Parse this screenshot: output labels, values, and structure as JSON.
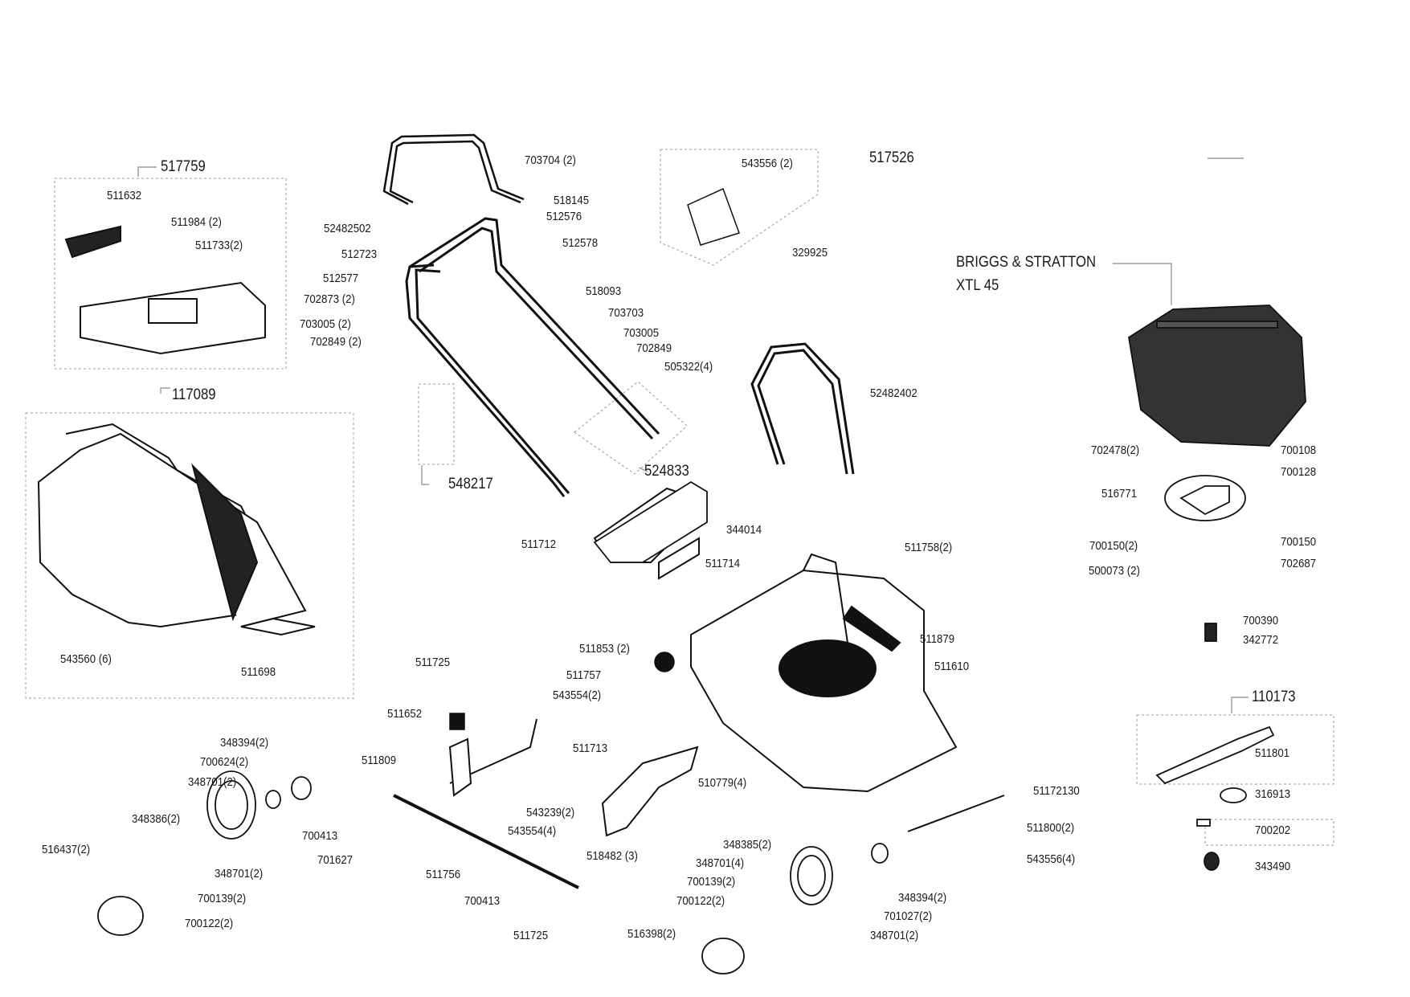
{
  "title": "Lawn mower exploded parts diagram",
  "engine": {
    "line1": "BRIGGS  & STRATTON",
    "line2": "XTL 45"
  },
  "assemblies": {
    "a517759": "517759",
    "a117089": "117089",
    "a517526": "517526",
    "a548217": "548217",
    "a524833": "524833",
    "a110173": "110173"
  },
  "parts": {
    "p511632": "511632",
    "p511984": "511984 (2)",
    "p511733": "511733(2)",
    "p703704": "703704 (2)",
    "p518145": "518145",
    "p52482502": "52482502",
    "p512576": "512576",
    "p512578": "512578",
    "p512723": "512723",
    "p512577": "512577",
    "p702873": "702873 (2)",
    "p703005a": "703005 (2)",
    "p702849a": "702849 (2)",
    "p518093": "518093",
    "p703703": "703703",
    "p703005b": "703005",
    "p702849b": "702849",
    "p505322": "505322(4)",
    "p543556a": "543556 (2)",
    "p329925": "329925",
    "p52482402": "52482402",
    "p511712": "511712",
    "p344014": "344014",
    "p511714": "511714",
    "p511758": "511758(2)",
    "p511879": "511879",
    "p511610": "511610",
    "p511853": "511853 (2)",
    "p511757": "511757",
    "p543554a": "543554(2)",
    "p511725a": "511725",
    "p511652": "511652",
    "p511809": "511809",
    "p543239": "543239(2)",
    "p543554b": "543554(4)",
    "p511713": "511713",
    "p510779": "510779(4)",
    "p518482": "518482 (3)",
    "p543560": "543560 (6)",
    "p511698": "511698",
    "p348394a": "348394(2)",
    "p700624": "700624(2)",
    "p348701a": "348701(2)",
    "p348386": "348386(2)",
    "p516437": "516437(2)",
    "p348701b": "348701(2)",
    "p700139a": "700139(2)",
    "p700122a": "700122(2)",
    "p700413a": "700413",
    "p701627": "701627",
    "p511756": "511756",
    "p700413b": "700413",
    "p511725b": "511725",
    "p348385": "348385(2)",
    "p348701c": "348701(4)",
    "p700139b": "700139(2)",
    "p700122b": "700122(2)",
    "p516398": "516398(2)",
    "p348394b": "348394(2)",
    "p701027": "701027(2)",
    "p348701d": "348701(2)",
    "p51172130": "51172130",
    "p511800": "511800(2)",
    "p543556b": "543556(4)",
    "p702478": "702478(2)",
    "p700108": "700108",
    "p700128": "700128",
    "p516771": "516771",
    "p700150a": "700150(2)",
    "p700150b": "700150",
    "p500073": "500073 (2)",
    "p702687": "702687",
    "p700390": "700390",
    "p342772": "342772",
    "p511801": "511801",
    "p316913": "316913",
    "p700202": "700202",
    "p343490": "343490"
  }
}
